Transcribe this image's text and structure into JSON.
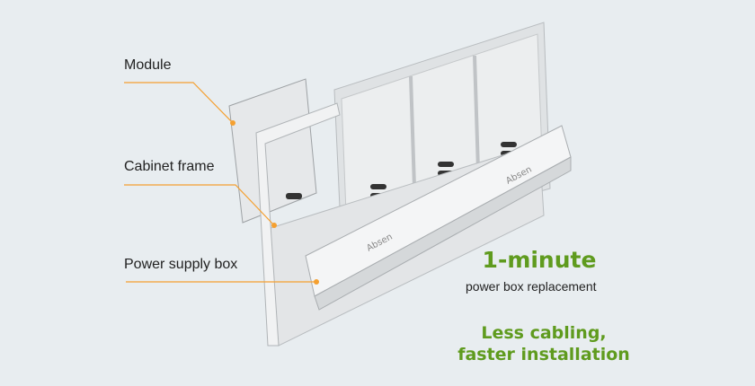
{
  "callouts": {
    "module": "Module",
    "cabinet_frame": "Cabinet frame",
    "power_supply_box": "Power supply box"
  },
  "product": {
    "brand_mark": "Absen"
  },
  "highlights": {
    "headline": "1-minute",
    "headline_sub": "power box replacement",
    "second_line1": "Less cabling,",
    "second_line2": "faster installation"
  },
  "colors": {
    "background": "#e8edf0",
    "accent_green": "#5f9b1e",
    "callout_orange": "#f5a030"
  }
}
